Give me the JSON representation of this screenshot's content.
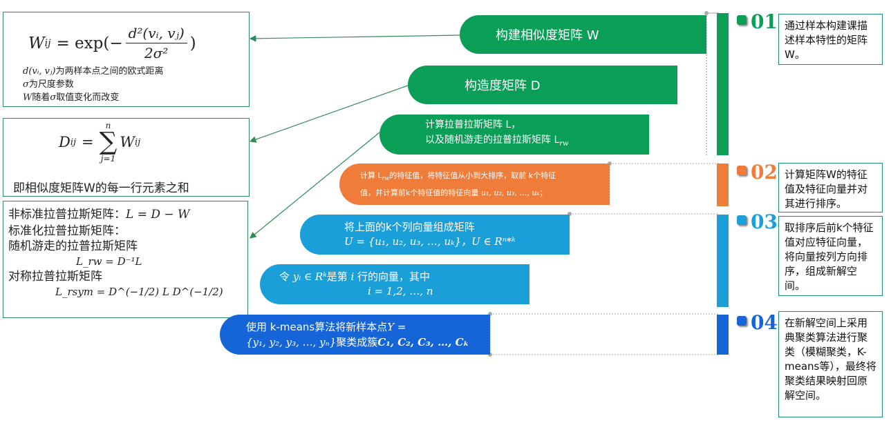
{
  "colors": {
    "green": "#0a9e56",
    "orange": "#f07c3a",
    "blue": "#1a9fd9",
    "darkblue": "#1565d8",
    "boxborder": "#2e8b57"
  },
  "left_boxes": {
    "box1": {
      "formula_lhs": "W",
      "formula_sub": "ij",
      "formula_eq": "= exp(−",
      "frac_num": "d²(vᵢ, vⱼ)",
      "frac_den": "2σ²",
      "formula_close": ")",
      "line1_math": "d(vᵢ, vⱼ)",
      "line1_text": "为两样本点之间的欧式距离",
      "line2_math": "σ",
      "line2_text": "为尺度参数",
      "line3_math_a": "W",
      "line3_text_a": "随着",
      "line3_math_b": "σ",
      "line3_text_b": "取值变化而改变"
    },
    "box2": {
      "lhs": "D",
      "lhs_sub": "ij",
      "eq": "=",
      "sum_top": "n",
      "sum_symbol": "∑",
      "sum_bottom": "j=1",
      "rhs": "W",
      "rhs_sub": "ij",
      "caption": "即相似度矩阵W的每一行元素之和"
    },
    "box3": {
      "l1_text": "非标准拉普拉斯矩阵：",
      "l1_math": "L = D − W",
      "l2_text": "标准化拉普拉斯矩阵：",
      "l3_text": "随机游走的拉普拉斯矩阵",
      "l4_math": "L_rw = D⁻¹L",
      "l5_text": "对称拉普拉斯矩阵",
      "l6_math": "L_rsym = D^(−1/2) L D^(−1/2)"
    }
  },
  "pills": [
    {
      "text": "构建相似度矩阵 W"
    },
    {
      "text": "构造度矩阵 D"
    },
    {
      "text_a": "计算拉普拉斯矩阵 L，",
      "text_b": "以及随机游走的拉普拉斯矩阵 L",
      "sub": "rw"
    },
    {
      "text_a": "计算 L",
      "sub": "rw",
      "text_a2": "的特征值，将特征值从小到大排序，取前 k个特征",
      "text_b": "值，并计算前k个特征值的特征向量 ",
      "math_b": "u₁, u₂, u₃, …, uₖ",
      "text_b2": "；"
    },
    {
      "text_a": "将上面的k个列向量组成矩阵",
      "math_b": "U = {u₁, u₂, u₃, …, uₖ}，U ∈ Rⁿ*ᵏ"
    },
    {
      "text_a": "令 ",
      "math_a": "yᵢ ∈ Rᵏ",
      "text_a2": "是第 ",
      "math_a2": "i",
      "text_a3": " 行的向量，其中",
      "math_b": "i = 1,2, …, n"
    },
    {
      "text_a": "使用 k-means算法将新样本点",
      "math_a": "Y",
      "text_a2": " =",
      "math_b": "{y₁, y₂, y₃, …, yₙ}",
      "text_b": "聚类成簇",
      "math_b2": "C₁, C₂, C₃, …, Cₖ"
    }
  ],
  "steps": [
    {
      "num": "01",
      "desc": "通过样本构建课描述样本特性的矩阵W。"
    },
    {
      "num": "02",
      "desc": "计算矩阵W的特征值及特征向量并对其进行排序。"
    },
    {
      "num": "03",
      "desc": "取排序后前k个特征值对应特征向量，将向量按列方向排序，组成新解空间。"
    },
    {
      "num": "04",
      "desc": "在新解空间上采用典聚类算法进行聚类（模糊聚类，K-means等），最终将聚类结果映射回原解空间。"
    }
  ]
}
